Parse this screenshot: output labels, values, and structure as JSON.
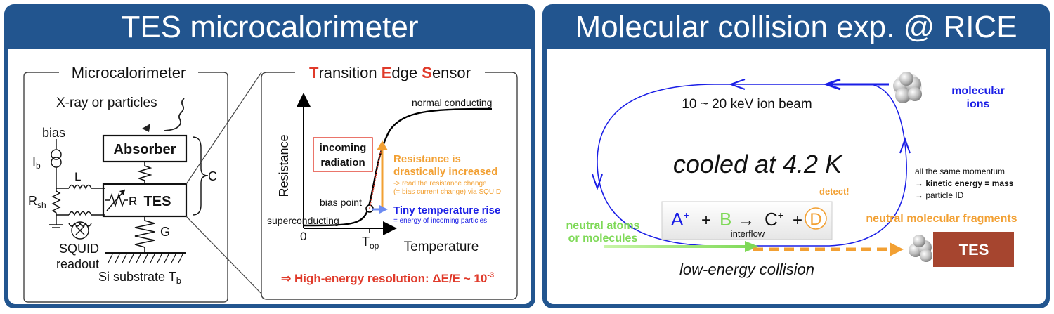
{
  "left_panel": {
    "title": "TES microcalorimeter",
    "microcalorimeter": {
      "heading": "Microcalorimeter",
      "xray_label": "X-ray or particles",
      "bias_label": "bias",
      "ib_label": "I",
      "ib_sub": "b",
      "rsh_label": "R",
      "rsh_sub": "sh",
      "l_label": "L",
      "absorber_label": "Absorber",
      "r_label": "R",
      "tes_label": "TES",
      "c_label": "C",
      "g_label": "G",
      "squid_label": "SQUID",
      "readout_label": "readout",
      "substrate_label": "Si substrate  T",
      "substrate_sub": "b"
    },
    "tes_sensor": {
      "heading_parts": [
        "T",
        "ransition ",
        "E",
        "dge ",
        "S",
        "ensor"
      ],
      "y_axis_label": "Resistance",
      "x_axis_label": "Temperature",
      "origin_label": "0",
      "top_label": "T",
      "top_sub": "op",
      "normal_label": "normal conducting",
      "super_label": "superconducting",
      "bias_point_label": "bias point",
      "incoming_line1": "incoming",
      "incoming_line2": "radiation",
      "resistance_line1": "Resistance is",
      "resistance_line2": "drastically increased",
      "read_line1": "-> read the resistance change",
      "read_line2": "(= bias current change) via SQUID",
      "tiny_rise": "Tiny temperature rise",
      "energy_note": "= energy of incoming particles",
      "resolution_text": "⇒ High-energy resolution: ΔE/E ~ 10",
      "resolution_exp": "-3"
    }
  },
  "right_panel": {
    "title": "Molecular collision exp. @ RICE",
    "ion_beam": "10 ~ 20 keV ion beam",
    "molecular_ions_line1": "molecular",
    "molecular_ions_line2": "ions",
    "cooled": "cooled at 4.2 K",
    "momentum_line1": "all the same momentum",
    "momentum_line2_prefix": "→ ",
    "momentum_line2_bold": "kinetic energy = mass",
    "momentum_line3": "→ particle ID",
    "detect": "detect!",
    "reaction": {
      "a": "A",
      "a_sup": "+",
      "plus1": "+",
      "b": "B",
      "arrow": "→",
      "c": "C",
      "c_sup": "+",
      "plus2": "+",
      "d": "D",
      "interflow": "interflow"
    },
    "neutral_atoms_line1": "neutral atoms",
    "neutral_atoms_line2": "or molecules",
    "neutral_fragments": "neutral molecular fragments",
    "tes_box": "TES",
    "low_energy": "low-energy collision"
  },
  "colors": {
    "panel_blue": "#22558f",
    "red": "#e03a2a",
    "orange": "#f2a033",
    "blue": "#1a1ee6",
    "green": "#8be05a",
    "tes_box": "#a6452f"
  }
}
